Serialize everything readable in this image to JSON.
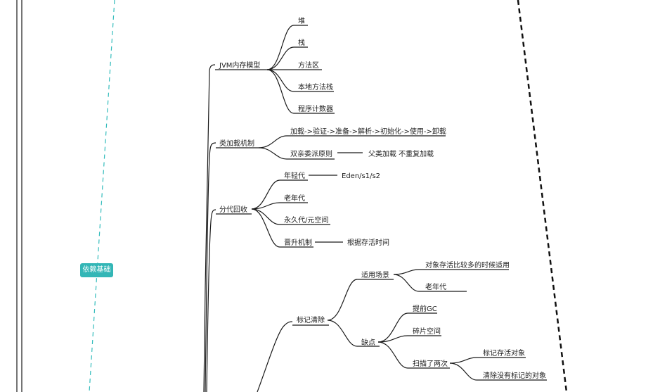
{
  "diagram": {
    "colors": {
      "line": "#1a1a1a",
      "badge_bg": "#33b6b6",
      "badge_text": "#ffffff",
      "guide_dashed": "#33bcbc"
    },
    "badge_label": "依赖基础",
    "nodes": {
      "jvm": "JVM内存模型",
      "heap": "堆",
      "stack": "栈",
      "method_area": "方法区",
      "native_stack": "本地方法栈",
      "pc": "程序计数器",
      "classload": "类加载机制",
      "load_steps": "加载->验证->准备->解析->初始化->使用->卸载",
      "parent_delegation": "双亲委派原则",
      "parent_first": "父类加载 不重复加载",
      "gen_gc": "分代回收",
      "young": "年轻代",
      "eden": "Eden/s1/s2",
      "old": "老年代",
      "perm": "永久代/元空间",
      "promotion": "晋升机制",
      "by_age": "根据存活时间",
      "mark_sweep": "标记清除",
      "use_case": "适用场景",
      "many_survivors": "对象存活比较多的时候适用",
      "old_gen": "老年代",
      "drawbacks": "缺点",
      "early_gc": "提前GC",
      "fragment": "碎片空间",
      "scan_twice": "扫描了两次",
      "mark_live": "标记存活对象",
      "clear_unmarked": "清除没有标记的对象"
    }
  }
}
